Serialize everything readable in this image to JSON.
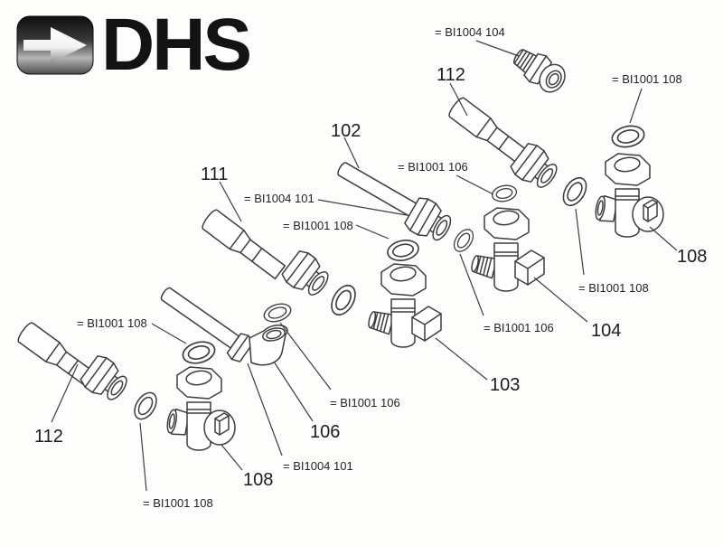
{
  "logo": {
    "text": "DHS"
  },
  "colors": {
    "background": "#fdfdfc",
    "line": "#3d3d3d",
    "label": "#1f1f1f",
    "logo_black": "#131313"
  },
  "parts_shown": [
    "102",
    "103",
    "104",
    "106",
    "108",
    "111",
    "112"
  ],
  "reference_codes": [
    "BI1001 106",
    "BI1001 108",
    "BI1004 101",
    "BI1004 104"
  ],
  "callouts": [
    {
      "text": "= BI1004 104",
      "target": "compression-coupling"
    },
    {
      "text": "112",
      "target": "pipe-top-right"
    },
    {
      "text": "= BI1001 108",
      "target": "washer-above-valve-108-top-right"
    },
    {
      "text": "102",
      "target": "pipe-middle"
    },
    {
      "text": "= BI1001 106",
      "target": "ring-above-valve-104"
    },
    {
      "text": "111",
      "target": "pipe-left"
    },
    {
      "text": "= BI1004 101",
      "target": "union-nut-pipe-102"
    },
    {
      "text": "= BI1001 108",
      "target": "washer-above-valve-103"
    },
    {
      "text": "= BI1001 108",
      "target": "washer-above-valve-108-bottom"
    },
    {
      "text": "= BI1001 106",
      "target": "washer-elbow-connection"
    },
    {
      "text": "106",
      "target": "elbow-fitting"
    },
    {
      "text": "= BI1004 101",
      "target": "elbow-union-nut"
    },
    {
      "text": "103",
      "target": "valve-103"
    },
    {
      "text": "108",
      "target": "valve-108-bottom"
    },
    {
      "text": "= BI1001 108",
      "target": "ring-pipe-112-bottom"
    },
    {
      "text": "112",
      "target": "pipe-bottom-left"
    },
    {
      "text": "= BI1001 106",
      "target": "o-ring-valve-104-inlet"
    },
    {
      "text": "= BI1001 108",
      "target": "ring-pipe-112-top"
    },
    {
      "text": "104",
      "target": "valve-104"
    },
    {
      "text": "108",
      "target": "valve-108-top-right"
    }
  ]
}
